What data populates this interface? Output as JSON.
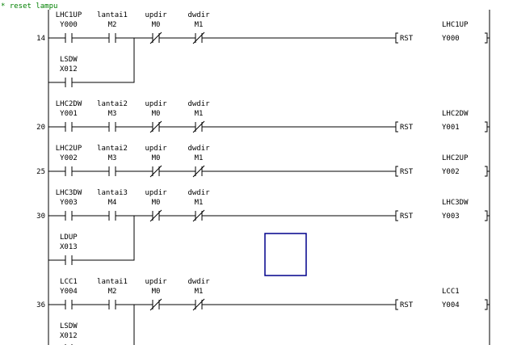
{
  "comment": "* reset lampu",
  "rungs": [
    {
      "step": "14",
      "contacts": [
        {
          "name": "LHC1UP",
          "addr": "Y000",
          "type": "NO"
        },
        {
          "name": "lantai1",
          "addr": "M2",
          "type": "NO"
        },
        {
          "name": "updir",
          "addr": "M0",
          "type": "NC"
        },
        {
          "name": "dwdir",
          "addr": "M1",
          "type": "NC"
        }
      ],
      "branch": {
        "name": "LSDW",
        "addr": "X012"
      },
      "instruction": "RST",
      "coil": {
        "name": "LHC1UP",
        "addr": "Y000"
      }
    },
    {
      "step": "20",
      "contacts": [
        {
          "name": "LHC2DW",
          "addr": "Y001",
          "type": "NO"
        },
        {
          "name": "lantai2",
          "addr": "M3",
          "type": "NO"
        },
        {
          "name": "updir",
          "addr": "M0",
          "type": "NC"
        },
        {
          "name": "dwdir",
          "addr": "M1",
          "type": "NC"
        }
      ],
      "instruction": "RST",
      "coil": {
        "name": "LHC2DW",
        "addr": "Y001"
      }
    },
    {
      "step": "25",
      "contacts": [
        {
          "name": "LHC2UP",
          "addr": "Y002",
          "type": "NO"
        },
        {
          "name": "lantai2",
          "addr": "M3",
          "type": "NO"
        },
        {
          "name": "updir",
          "addr": "M0",
          "type": "NC"
        },
        {
          "name": "dwdir",
          "addr": "M1",
          "type": "NC"
        }
      ],
      "instruction": "RST",
      "coil": {
        "name": "LHC2UP",
        "addr": "Y002"
      }
    },
    {
      "step": "30",
      "contacts": [
        {
          "name": "LHC3DW",
          "addr": "Y003",
          "type": "NO"
        },
        {
          "name": "lantai3",
          "addr": "M4",
          "type": "NO"
        },
        {
          "name": "updir",
          "addr": "M0",
          "type": "NC"
        },
        {
          "name": "dwdir",
          "addr": "M1",
          "type": "NC"
        }
      ],
      "branch": {
        "name": "LDUP",
        "addr": "X013"
      },
      "instruction": "RST",
      "coil": {
        "name": "LHC3DW",
        "addr": "Y003"
      }
    },
    {
      "step": "36",
      "contacts": [
        {
          "name": "LCC1",
          "addr": "Y004",
          "type": "NO"
        },
        {
          "name": "lantai1",
          "addr": "M2",
          "type": "NO"
        },
        {
          "name": "updir",
          "addr": "M0",
          "type": "NC"
        },
        {
          "name": "dwdir",
          "addr": "M1",
          "type": "NC"
        }
      ],
      "branch": {
        "name": "LSDW",
        "addr": "X012"
      },
      "instruction": "RST",
      "coil": {
        "name": "LCC1",
        "addr": "Y004"
      }
    }
  ]
}
